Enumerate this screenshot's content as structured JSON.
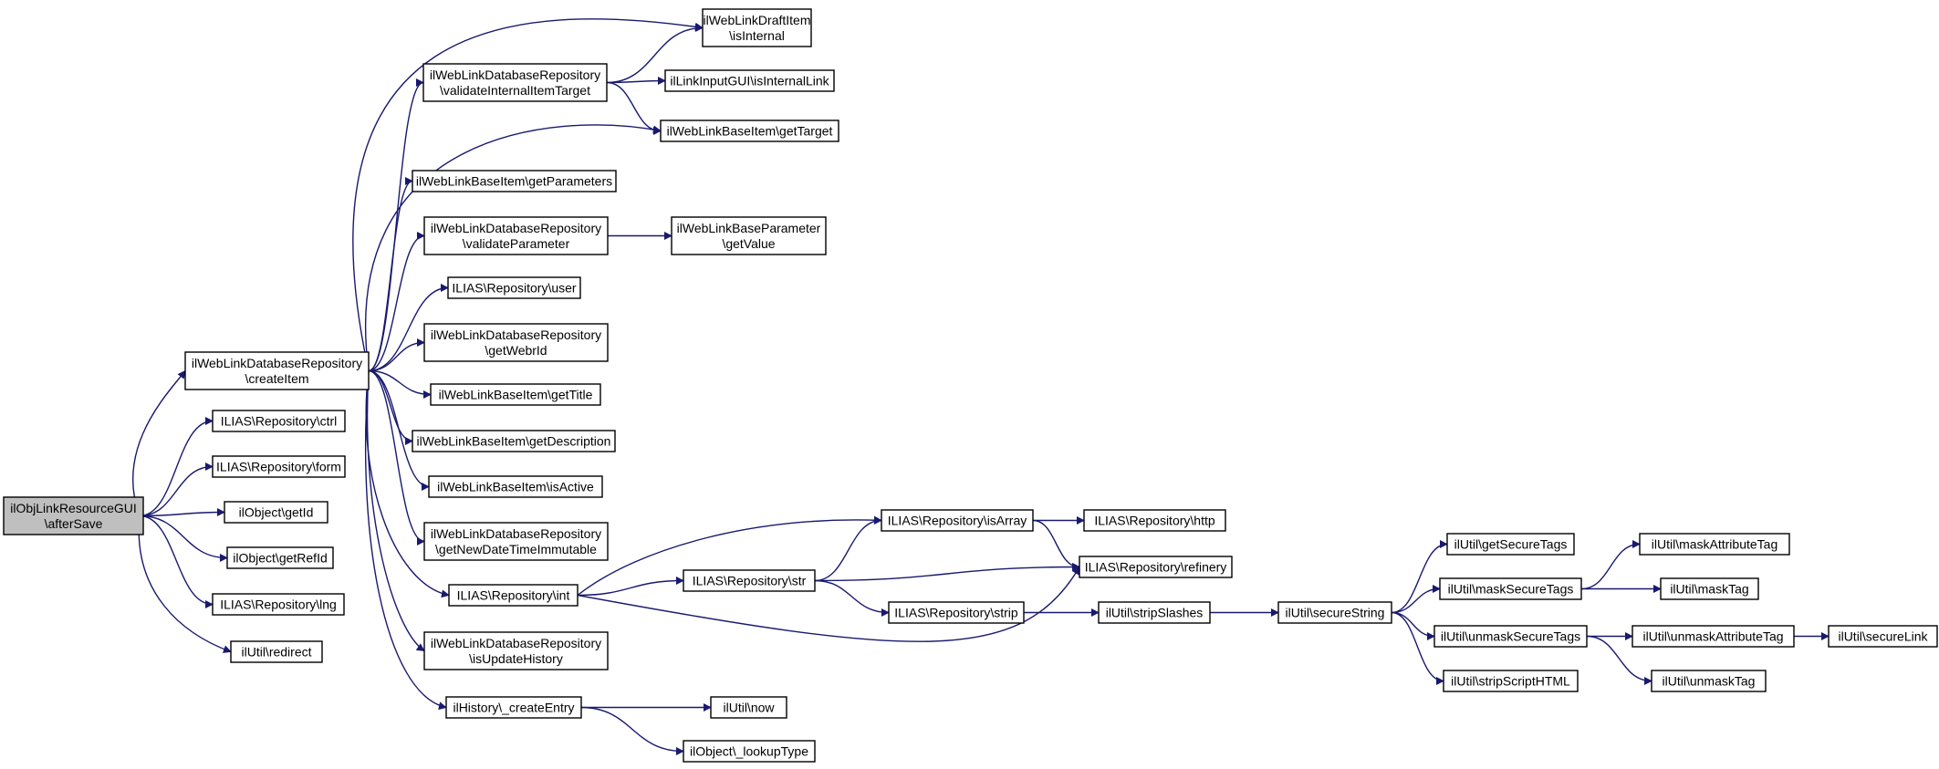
{
  "graph": {
    "type": "call-graph",
    "colors": {
      "edge": "#191970",
      "root_fill": "#bfbfbf",
      "node_fill": "#ffffff",
      "border": "#000000"
    },
    "nodes": [
      {
        "id": "root",
        "lines": [
          "ilObjLinkResourceGUI",
          "\\afterSave"
        ],
        "root": true
      },
      {
        "id": "createItem",
        "lines": [
          "ilWebLinkDatabaseRepository",
          "\\createItem"
        ]
      },
      {
        "id": "ctrl",
        "lines": [
          "ILIAS\\Repository\\ctrl"
        ]
      },
      {
        "id": "form",
        "lines": [
          "ILIAS\\Repository\\form"
        ]
      },
      {
        "id": "getId",
        "lines": [
          "ilObject\\getId"
        ]
      },
      {
        "id": "getRefId",
        "lines": [
          "ilObject\\getRefId"
        ]
      },
      {
        "id": "lng",
        "lines": [
          "ILIAS\\Repository\\lng"
        ]
      },
      {
        "id": "redirect",
        "lines": [
          "ilUtil\\redirect"
        ]
      },
      {
        "id": "draftIsInternal",
        "lines": [
          "ilWebLinkDraftItem",
          "\\isInternal"
        ]
      },
      {
        "id": "validateInternal",
        "lines": [
          "ilWebLinkDatabaseRepository",
          "\\validateInternalItemTarget"
        ]
      },
      {
        "id": "isInternalLink",
        "lines": [
          "ilLinkInputGUI\\isInternalLink"
        ]
      },
      {
        "id": "getTarget",
        "lines": [
          "ilWebLinkBaseItem\\getTarget"
        ]
      },
      {
        "id": "getParameters",
        "lines": [
          "ilWebLinkBaseItem\\getParameters"
        ]
      },
      {
        "id": "validateParameter",
        "lines": [
          "ilWebLinkDatabaseRepository",
          "\\validateParameter"
        ]
      },
      {
        "id": "paramGetValue",
        "lines": [
          "ilWebLinkBaseParameter",
          "\\getValue"
        ]
      },
      {
        "id": "user",
        "lines": [
          "ILIAS\\Repository\\user"
        ]
      },
      {
        "id": "getWebrId",
        "lines": [
          "ilWebLinkDatabaseRepository",
          "\\getWebrId"
        ]
      },
      {
        "id": "getTitle",
        "lines": [
          "ilWebLinkBaseItem\\getTitle"
        ]
      },
      {
        "id": "getDescription",
        "lines": [
          "ilWebLinkBaseItem\\getDescription"
        ]
      },
      {
        "id": "isActive",
        "lines": [
          "ilWebLinkBaseItem\\isActive"
        ]
      },
      {
        "id": "getNewDate",
        "lines": [
          "ilWebLinkDatabaseRepository",
          "\\getNewDateTimeImmutable"
        ]
      },
      {
        "id": "int",
        "lines": [
          "ILIAS\\Repository\\int"
        ]
      },
      {
        "id": "isUpdateHistory",
        "lines": [
          "ilWebLinkDatabaseRepository",
          "\\isUpdateHistory"
        ]
      },
      {
        "id": "createEntry",
        "lines": [
          "ilHistory\\_createEntry"
        ]
      },
      {
        "id": "isArray",
        "lines": [
          "ILIAS\\Repository\\isArray"
        ]
      },
      {
        "id": "http",
        "lines": [
          "ILIAS\\Repository\\http"
        ]
      },
      {
        "id": "refinery",
        "lines": [
          "ILIAS\\Repository\\refinery"
        ]
      },
      {
        "id": "str",
        "lines": [
          "ILIAS\\Repository\\str"
        ]
      },
      {
        "id": "strip",
        "lines": [
          "ILIAS\\Repository\\strip"
        ]
      },
      {
        "id": "stripSlashes",
        "lines": [
          "ilUtil\\stripSlashes"
        ]
      },
      {
        "id": "secureString",
        "lines": [
          "ilUtil\\secureString"
        ]
      },
      {
        "id": "getSecureTags",
        "lines": [
          "ilUtil\\getSecureTags"
        ]
      },
      {
        "id": "maskSecureTags",
        "lines": [
          "ilUtil\\maskSecureTags"
        ]
      },
      {
        "id": "maskAttributeTag",
        "lines": [
          "ilUtil\\maskAttributeTag"
        ]
      },
      {
        "id": "maskTag",
        "lines": [
          "ilUtil\\maskTag"
        ]
      },
      {
        "id": "unmaskSecureTags",
        "lines": [
          "ilUtil\\unmaskSecureTags"
        ]
      },
      {
        "id": "unmaskAttributeTag",
        "lines": [
          "ilUtil\\unmaskAttributeTag"
        ]
      },
      {
        "id": "secureLink",
        "lines": [
          "ilUtil\\secureLink"
        ]
      },
      {
        "id": "unmaskTag",
        "lines": [
          "ilUtil\\unmaskTag"
        ]
      },
      {
        "id": "stripScriptHTML",
        "lines": [
          "ilUtil\\stripScriptHTML"
        ]
      },
      {
        "id": "now",
        "lines": [
          "ilUtil\\now"
        ]
      },
      {
        "id": "lookupType",
        "lines": [
          "ilObject\\_lookupType"
        ]
      }
    ],
    "edges": [
      [
        "root",
        "createItem"
      ],
      [
        "root",
        "ctrl"
      ],
      [
        "root",
        "form"
      ],
      [
        "root",
        "getId"
      ],
      [
        "root",
        "getRefId"
      ],
      [
        "root",
        "lng"
      ],
      [
        "root",
        "redirect"
      ],
      [
        "createItem",
        "draftIsInternal"
      ],
      [
        "createItem",
        "validateInternal"
      ],
      [
        "createItem",
        "getTarget"
      ],
      [
        "createItem",
        "getParameters"
      ],
      [
        "createItem",
        "validateParameter"
      ],
      [
        "createItem",
        "user"
      ],
      [
        "createItem",
        "getWebrId"
      ],
      [
        "createItem",
        "getTitle"
      ],
      [
        "createItem",
        "getDescription"
      ],
      [
        "createItem",
        "isActive"
      ],
      [
        "createItem",
        "getNewDate"
      ],
      [
        "createItem",
        "int"
      ],
      [
        "createItem",
        "isUpdateHistory"
      ],
      [
        "createItem",
        "createEntry"
      ],
      [
        "validateInternal",
        "draftIsInternal"
      ],
      [
        "validateInternal",
        "isInternalLink"
      ],
      [
        "validateInternal",
        "getTarget"
      ],
      [
        "validateParameter",
        "paramGetValue"
      ],
      [
        "int",
        "isArray"
      ],
      [
        "int",
        "str"
      ],
      [
        "int",
        "refinery"
      ],
      [
        "str",
        "isArray"
      ],
      [
        "str",
        "refinery"
      ],
      [
        "str",
        "strip"
      ],
      [
        "isArray",
        "http"
      ],
      [
        "isArray",
        "refinery"
      ],
      [
        "strip",
        "stripSlashes"
      ],
      [
        "stripSlashes",
        "secureString"
      ],
      [
        "secureString",
        "getSecureTags"
      ],
      [
        "secureString",
        "maskSecureTags"
      ],
      [
        "secureString",
        "unmaskSecureTags"
      ],
      [
        "secureString",
        "stripScriptHTML"
      ],
      [
        "maskSecureTags",
        "maskAttributeTag"
      ],
      [
        "maskSecureTags",
        "maskTag"
      ],
      [
        "unmaskSecureTags",
        "unmaskAttributeTag"
      ],
      [
        "unmaskSecureTags",
        "unmaskTag"
      ],
      [
        "unmaskAttributeTag",
        "secureLink"
      ],
      [
        "createEntry",
        "now"
      ],
      [
        "createEntry",
        "lookupType"
      ]
    ]
  }
}
